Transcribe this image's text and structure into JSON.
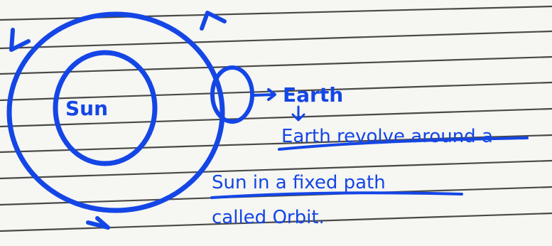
{
  "diagram": {
    "labels": {
      "sun": "Sun",
      "earth": "Earth",
      "caption_line1": "Earth revolve around a",
      "caption_line2": "Sun in a fixed path",
      "caption_line3": "called Orbit."
    },
    "colors": {
      "ink": "#1446e6",
      "paper": "#f6f6f2",
      "rule_lines": "#2b2b2b"
    },
    "icons": [
      "arrow-icon",
      "down-arrow-icon"
    ]
  }
}
